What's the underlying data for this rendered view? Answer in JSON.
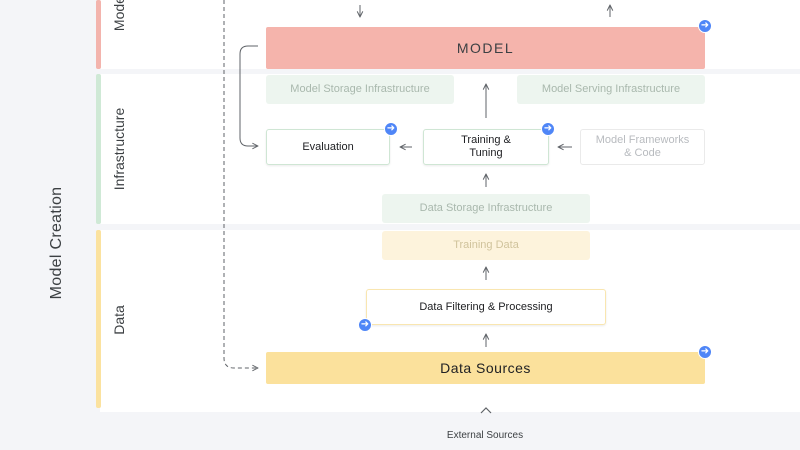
{
  "outer_label": "Model Creation",
  "sections": {
    "model": "Model",
    "infrastructure": "Infrastructure",
    "data": "Data"
  },
  "boxes": {
    "model": "MODEL",
    "model_storage": "Model Storage Infrastructure",
    "model_serving": "Model Serving Infrastructure",
    "evaluation": "Evaluation",
    "training_tuning": "Training &\nTuning",
    "model_frameworks": "Model Frameworks\n& Code",
    "data_storage": "Data Storage Infrastructure",
    "training_data": "Training Data",
    "data_filtering": "Data Filtering & Processing",
    "data_sources": "Data Sources"
  },
  "external_sources": "External Sources",
  "colors": {
    "model_stripe": "#f3b4ad",
    "infrastructure_stripe": "#cfe9d6",
    "data_stripe": "#fbe29f",
    "badge": "#4f86f7"
  },
  "icons": {
    "badge": "arrow-right-circle-icon"
  }
}
